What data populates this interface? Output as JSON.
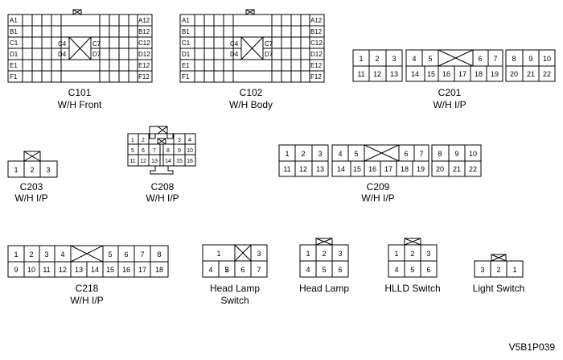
{
  "figure_code": "V5B1P039",
  "connectors": {
    "c101": {
      "name": "C101",
      "desc": "W/H Front",
      "left_pins": [
        "A1",
        "B1",
        "C1",
        "D1",
        "E1",
        "F1"
      ],
      "right_pins": [
        "A12",
        "B12",
        "C12",
        "D12",
        "E12",
        "F12"
      ],
      "inner_pins": [
        "C4",
        "D4",
        "C7",
        "D7"
      ]
    },
    "c102": {
      "name": "C102",
      "desc": "W/H Body",
      "left_pins": [
        "A1",
        "B1",
        "C1",
        "D1",
        "E1",
        "F1"
      ],
      "right_pins": [
        "A12",
        "B12",
        "C12",
        "D12",
        "E12",
        "F12"
      ],
      "inner_pins": [
        "C4",
        "D4",
        "C7",
        "D7"
      ]
    },
    "c201": {
      "name": "C201",
      "desc": "W/H I/P",
      "top": [
        "1",
        "2",
        "3",
        "4",
        "5",
        "6",
        "7",
        "8",
        "9",
        "10"
      ],
      "bottom": [
        "11",
        "12",
        "13",
        "14",
        "15",
        "16",
        "17",
        "18",
        "19",
        "20",
        "21",
        "22"
      ]
    },
    "c203": {
      "name": "C203",
      "desc": "W/H I/P",
      "pins": [
        "1",
        "2",
        "3"
      ]
    },
    "c208": {
      "name": "C208",
      "desc": "W/H I/P",
      "pins": [
        "1",
        "2",
        "3",
        "4",
        "5",
        "6",
        "7",
        "8",
        "9",
        "10",
        "11",
        "12",
        "13",
        "14",
        "15",
        "16"
      ]
    },
    "c209": {
      "name": "C209",
      "desc": "W/H I/P",
      "top": [
        "1",
        "2",
        "3",
        "4",
        "5",
        "6",
        "7",
        "8",
        "9",
        "10"
      ],
      "bottom": [
        "11",
        "12",
        "13",
        "14",
        "15",
        "16",
        "17",
        "18",
        "19",
        "20",
        "21",
        "22"
      ]
    },
    "c218": {
      "name": "C218",
      "desc": "W/H I/P",
      "top": [
        "1",
        "2",
        "3",
        "4",
        "5",
        "6",
        "7",
        "8"
      ],
      "bottom": [
        "9",
        "10",
        "11",
        "12",
        "13",
        "14",
        "15",
        "16",
        "17",
        "18"
      ]
    },
    "head_lamp_switch": {
      "name": "Head Lamp",
      "name2": "Switch",
      "pins": [
        "1",
        "2",
        "3",
        "4",
        "5",
        "6",
        "7"
      ]
    },
    "head_lamp": {
      "name": "Head Lamp",
      "pins": [
        "1",
        "2",
        "3",
        "4",
        "5",
        "6"
      ]
    },
    "hlld_switch": {
      "name": "HLLD Switch",
      "pins": [
        "1",
        "2",
        "3",
        "4",
        "5",
        "6"
      ]
    },
    "light_switch": {
      "name": "Light Switch",
      "pins": [
        "3",
        "2",
        "1"
      ]
    }
  }
}
